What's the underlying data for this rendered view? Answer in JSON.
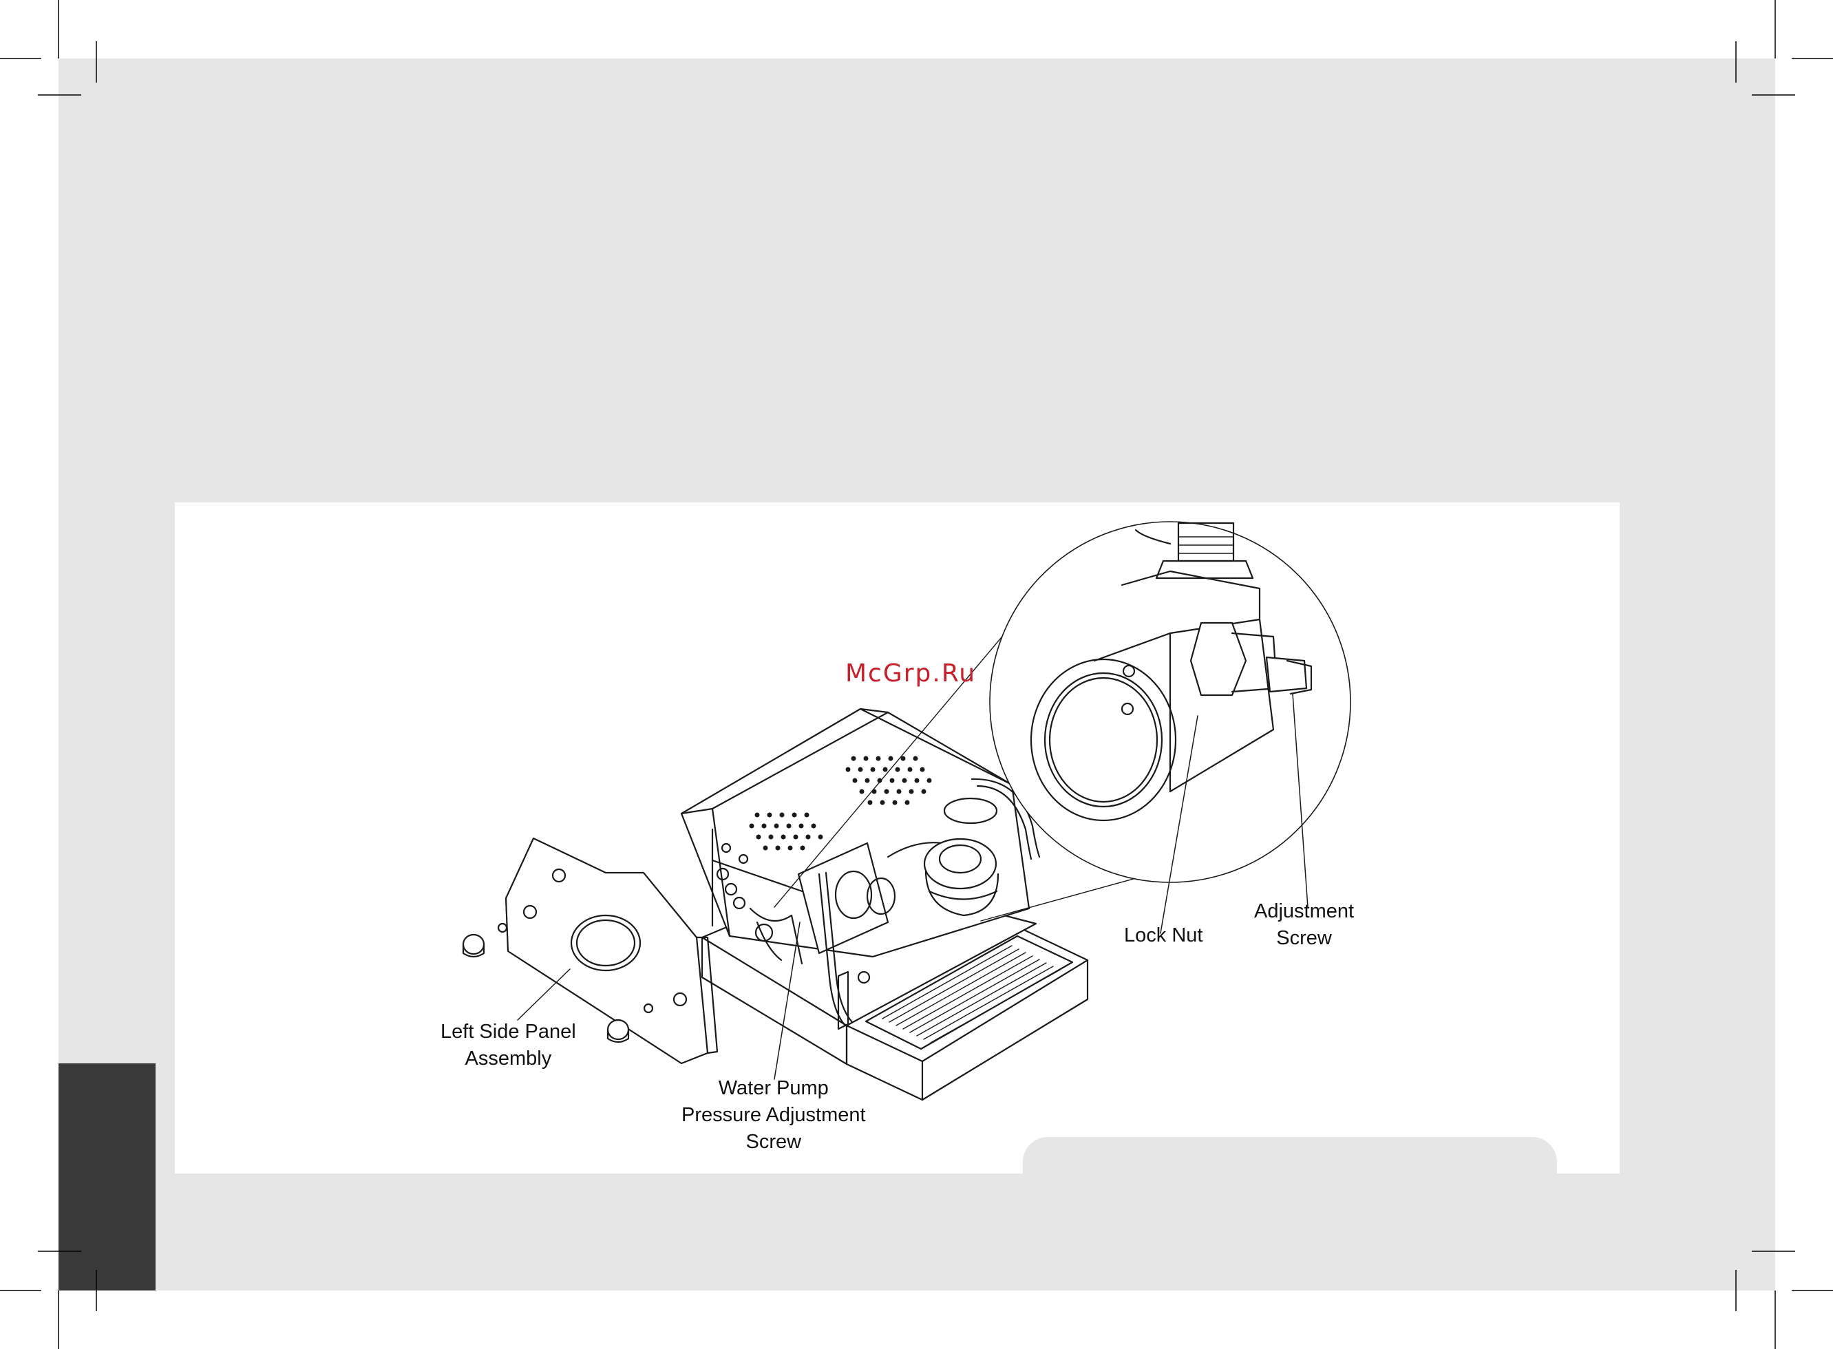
{
  "colors": {
    "page_background": "#e6e6e6",
    "panel_background": "#ffffff",
    "sidebar_tab": "#3a3939",
    "line_art": "#1a1a1a",
    "watermark": "#c8202b"
  },
  "watermark": {
    "text": "McGrp.Ru"
  },
  "figure": {
    "callouts": {
      "lock_nut": {
        "line1": "Lock Nut"
      },
      "adjustment_screw": {
        "line1": "Adjustment",
        "line2": "Screw"
      },
      "left_side_panel": {
        "line1": "Left Side Panel",
        "line2": "Assembly"
      },
      "water_pump_screw": {
        "line1": "Water Pump",
        "line2": "Pressure Adjustment",
        "line3": "Screw"
      }
    }
  }
}
